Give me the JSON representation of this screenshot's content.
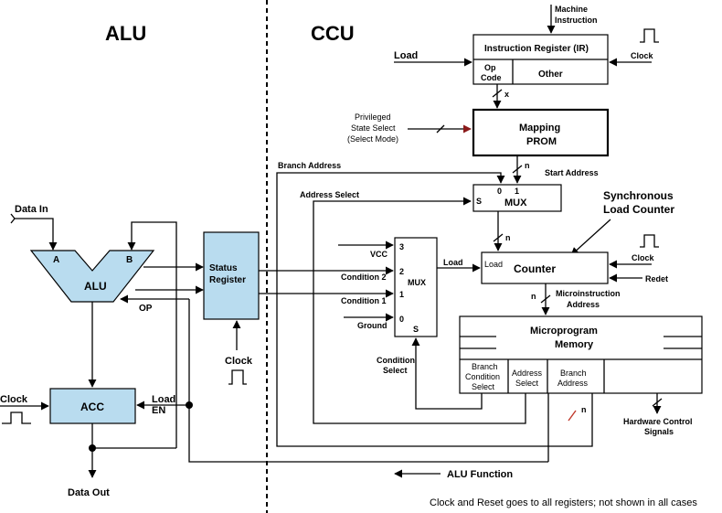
{
  "sections": {
    "alu_heading": "ALU",
    "ccu_heading": "CCU"
  },
  "alu_side": {
    "data_in": "Data In",
    "alu_label": "ALU",
    "input_a": "A",
    "input_b": "B",
    "op": "OP",
    "status_register_line1": "Status",
    "status_register_line2": "Register",
    "clock": "Clock",
    "acc": "ACC",
    "acc_clock": "Clock",
    "load": "Load",
    "en": "EN",
    "data_out": "Data Out"
  },
  "ccu_side": {
    "machine_instruction_line1": "Machine",
    "machine_instruction_line2": "Instruction",
    "instruction_register": "Instruction Register  (IR)",
    "op_code_line1": "Op",
    "op_code_line2": "Code",
    "other": "Other",
    "ir_load": "Load",
    "ir_clock": "Clock",
    "x_label": "x",
    "privileged_line1": "Privileged",
    "privileged_line2": "State Select",
    "privileged_line3": "(Select Mode)",
    "mapping_prom_line1": "Mapping",
    "mapping_prom_line2": "PROM",
    "n_label": "n",
    "start_address": "Start Address",
    "branch_address": "Branch Address",
    "address_select": "Address Select",
    "mux_top": "MUX",
    "mux_s": "S",
    "mux_0": "0",
    "mux_1": "1",
    "sync_counter_line1": "Synchronous",
    "sync_counter_line2": "Load Counter",
    "vcc": "VCC",
    "condition_2": "Condition 2",
    "condition_1": "Condition 1",
    "ground": "Ground",
    "cmux_label": "MUX",
    "cmux_3": "3",
    "cmux_2": "2",
    "cmux_1": "1",
    "cmux_0": "0",
    "cmux_s": "S",
    "condition_select_line1": "Condition",
    "condition_select_line2": "Select",
    "load_label": "Load",
    "counter_load": "Load",
    "counter": "Counter",
    "counter_clock": "Clock",
    "reset": "Redet",
    "microinstruction_line1": "Microinstruction",
    "microinstruction_line2": "Address",
    "microprogram_line1": "Microprogram",
    "microprogram_line2": "Memory",
    "field_branch_condition_line1": "Branch",
    "field_branch_condition_line2": "Condition",
    "field_branch_condition_line3": "Select",
    "field_address_select_line1": "Address",
    "field_address_select_line2": "Select",
    "field_branch_address_line1": "Branch",
    "field_branch_address_line2": "Address",
    "hardware_control_line1": "Hardware Control",
    "hardware_control_line2": "Signals",
    "alu_function": "ALU Function"
  },
  "footnote": "Clock and Reset goes to all registers; not shown in all cases"
}
